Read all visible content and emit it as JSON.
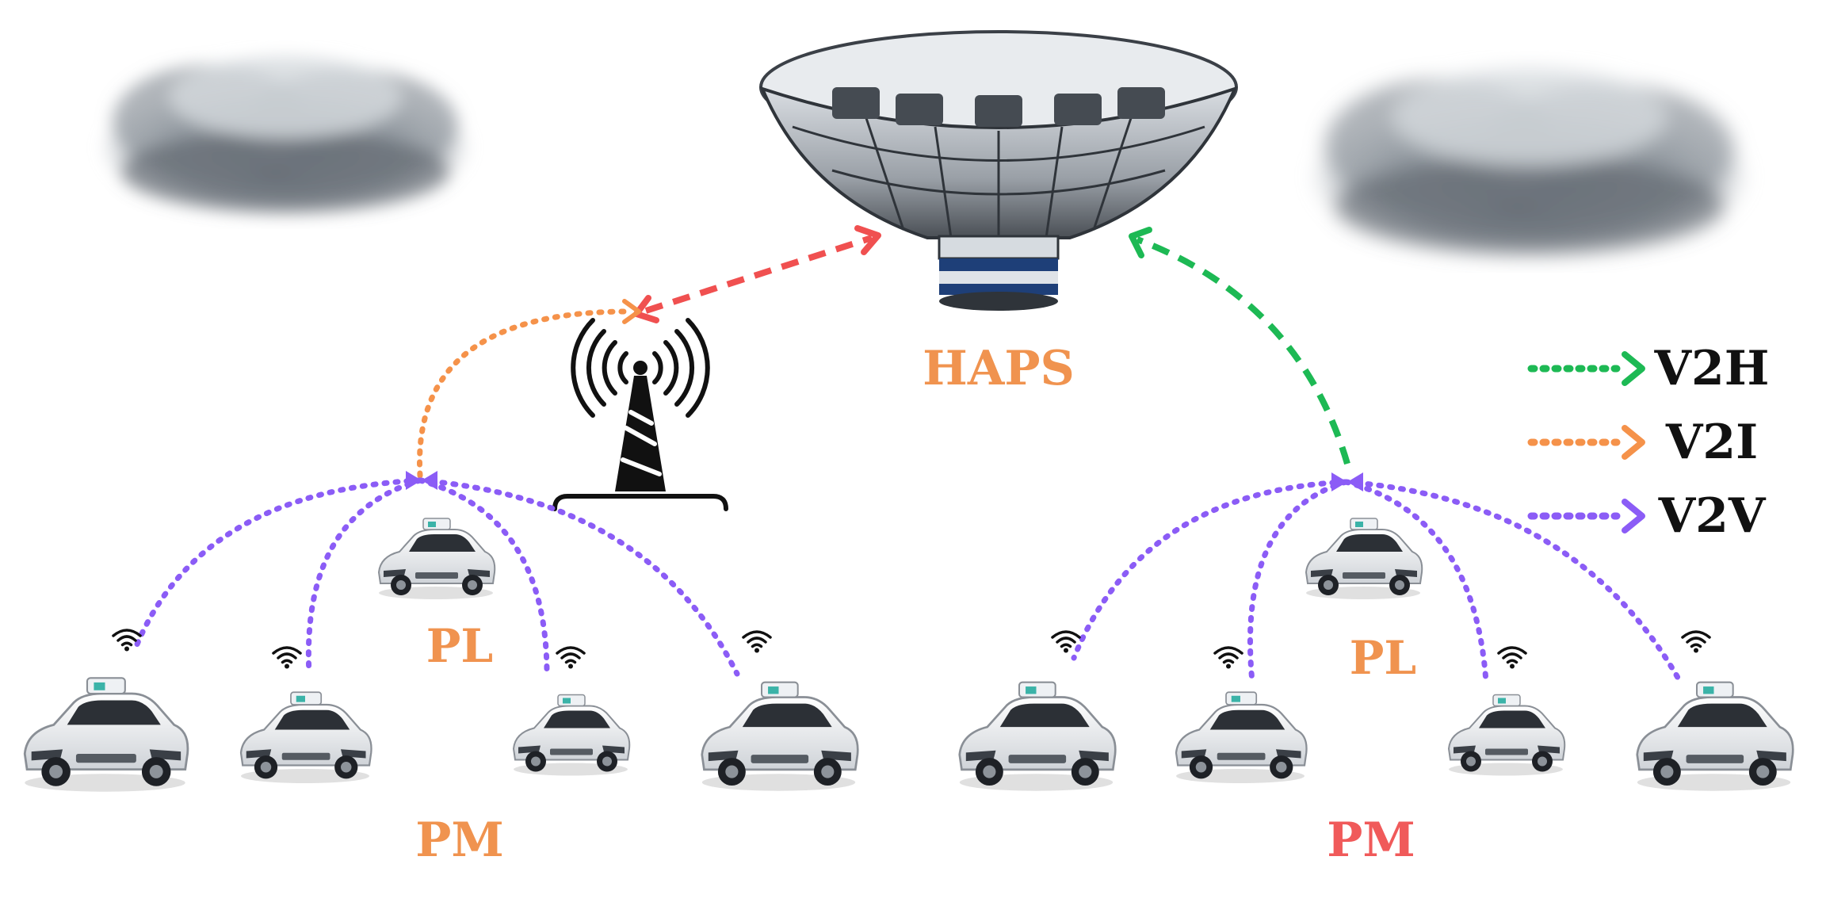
{
  "labels": {
    "haps": "HAPS",
    "pl_left": "PL",
    "pl_right": "PL",
    "pm_left": "PM",
    "pm_right": "PM"
  },
  "legend": [
    {
      "label": "V2H",
      "color": "#1db954"
    },
    {
      "label": "V2I",
      "color": "#f5924a"
    },
    {
      "label": "V2V",
      "color": "#8b5cf6"
    }
  ],
  "colors": {
    "haps_label": "#f0934f",
    "pl_label": "#f0934f",
    "pm_left_label": "#f0934f",
    "pm_right_label": "#f05a5a",
    "haps_tower_link": "#f05050",
    "v2h": "#1db954",
    "v2i": "#f5924a",
    "v2v": "#8b5cf6"
  },
  "icons": [
    "cloud-icon",
    "haps-airship-icon",
    "cell-tower-icon",
    "car-icon",
    "wifi-icon"
  ]
}
